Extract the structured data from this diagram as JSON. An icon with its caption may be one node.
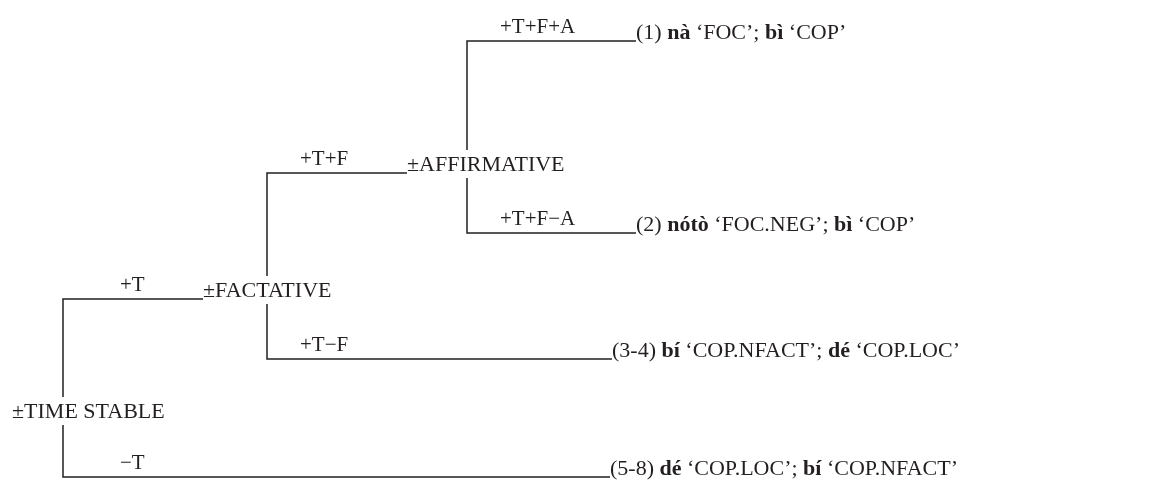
{
  "diagram": {
    "nodes": [
      {
        "text": [
          "±TIME STABLE"
        ]
      },
      {
        "text": [
          "±FACTATIVE"
        ]
      },
      {
        "text": [
          "±AFFIRMATIVE"
        ]
      },
      {
        "text": [
          "(1) **nà** ‘FOC’; **bì** ‘COP’"
        ]
      },
      {
        "text": [
          "(2) **nótò** ‘FOC.NEG’; **bì** ‘COP’"
        ]
      },
      {
        "text": [
          "(3-4) **bí** ‘COP.NFACT’; **dé** ‘COP.LOC’"
        ]
      },
      {
        "text": [
          "(5-8) **dé** ‘COP.LOC’; **bí** ‘COP.NFACT’"
        ]
      }
    ],
    "edges": [
      {
        "from": 0,
        "to": 1,
        "arrow": "none",
        "label": "+T"
      },
      {
        "from": 0,
        "to": 6,
        "arrow": "none",
        "label": "−T"
      },
      {
        "from": 1,
        "to": 2,
        "arrow": "none",
        "label": "+T+F"
      },
      {
        "from": 1,
        "to": 5,
        "arrow": "none",
        "label": "+T−F"
      },
      {
        "from": 2,
        "to": 3,
        "arrow": "none",
        "label": "+T+F+A"
      },
      {
        "from": 2,
        "to": 4,
        "arrow": "none",
        "label": "+T+F−A"
      }
    ]
  }
}
